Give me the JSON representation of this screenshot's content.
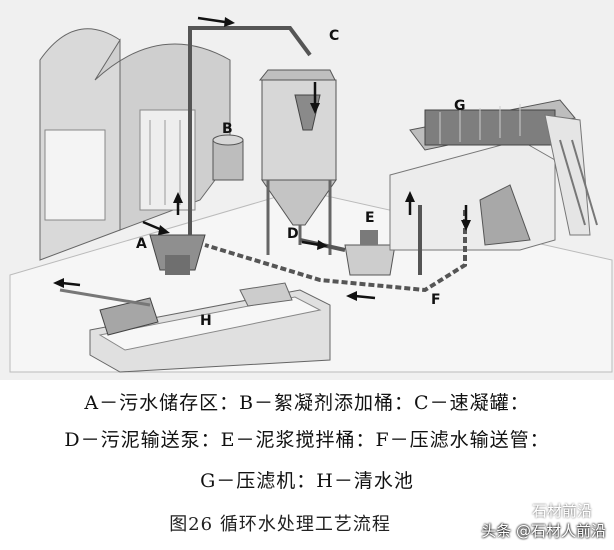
{
  "diagram": {
    "labels": {
      "A": "A",
      "B": "B",
      "C": "C",
      "D": "D",
      "E": "E",
      "F": "F",
      "G": "G",
      "H": "H"
    },
    "colors": {
      "background": "#f0f0f0",
      "structure": "#6a6a6a",
      "fill_light": "#e6e6e6",
      "fill_dark": "#9a9a9a",
      "arrow": "#111111",
      "pipe": "#555555"
    }
  },
  "legend": {
    "line1": "A－污水储存区：B－絮凝剂添加桶：C－速凝罐：",
    "line2": "D－污泥输送泵：E－泥浆搅拌桶：F－压滤水输送管：",
    "line3": "G－压滤机：H－清水池"
  },
  "figure_title": "图26 循环水处理工艺流程",
  "watermark": "头条 @石材人前沿",
  "stamp": "石材前沿"
}
